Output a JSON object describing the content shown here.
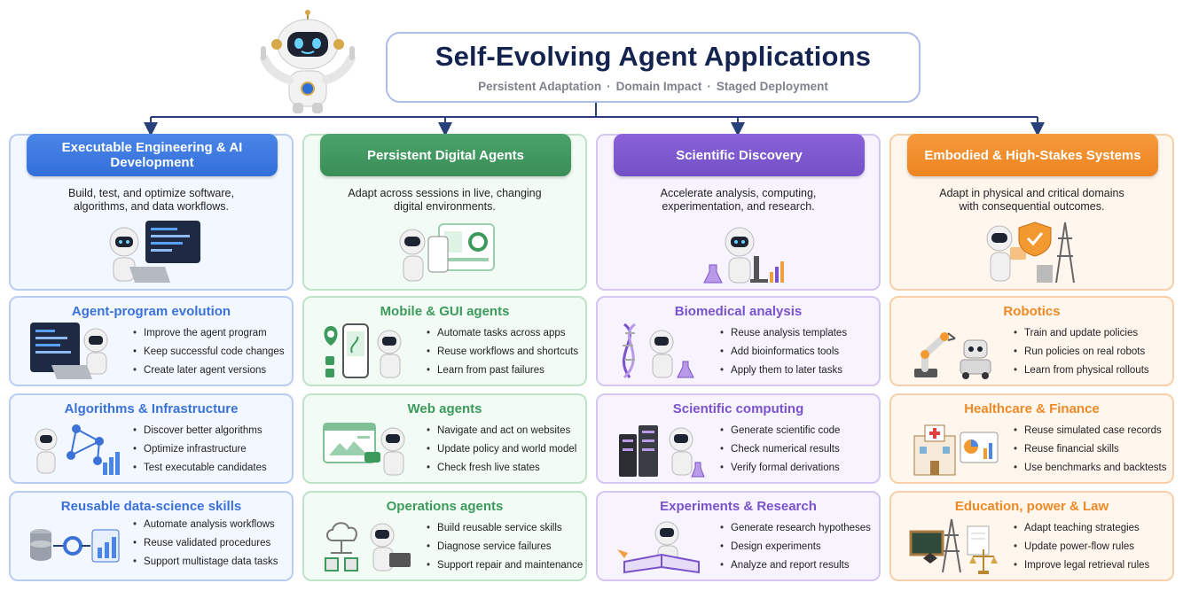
{
  "title": "Self-Evolving Agent Applications",
  "subtitle": [
    "Persistent Adaptation",
    "Domain Impact",
    "Staged Deployment"
  ],
  "subtitle_separator": "·",
  "colors": {
    "title": "#14244f",
    "engineering": "#3a72d8",
    "digital": "#3b9a5c",
    "science": "#7a52cc",
    "embodied": "#ee8a25"
  },
  "columns": [
    {
      "key": "engineering",
      "banner": "Executable Engineering & AI Development",
      "desc": "Build, test, and optimize software, algorithms, and data workflows.",
      "icon": "robot-laptop-code-icon",
      "cards": [
        {
          "title": "Agent-program evolution",
          "icon": "code-window-robot-icon",
          "items": [
            "Improve the agent program",
            "Keep successful code changes",
            "Create later agent versions"
          ]
        },
        {
          "title": "Algorithms & Infrastructure",
          "icon": "network-graph-icon",
          "items": [
            "Discover better algorithms",
            "Optimize infrastructure",
            "Test executable candidates"
          ]
        },
        {
          "title": "Reusable data-science skills",
          "icon": "database-pipeline-icon",
          "items": [
            "Automate analysis workflows",
            "Reuse validated procedures",
            "Support multistage data tasks"
          ]
        }
      ]
    },
    {
      "key": "digital",
      "banner": "Persistent Digital Agents",
      "desc": "Adapt across sessions in live, changing digital environments.",
      "icon": "robot-dashboard-icon",
      "cards": [
        {
          "title": "Mobile & GUI agents",
          "icon": "phone-map-icon",
          "items": [
            "Automate tasks across apps",
            "Reuse workflows and shortcuts",
            "Learn from past failures"
          ]
        },
        {
          "title": "Web agents",
          "icon": "browser-window-icon",
          "items": [
            "Navigate and act on websites",
            "Update policy and world model",
            "Check fresh live states"
          ]
        },
        {
          "title": "Operations agents",
          "icon": "cloud-server-icon",
          "items": [
            "Build reusable service skills",
            "Diagnose service failures",
            "Support repair and maintenance"
          ]
        }
      ]
    },
    {
      "key": "science",
      "banner": "Scientific Discovery",
      "desc": "Accelerate analysis, computing, experimentation, and research.",
      "icon": "robot-microscope-icon",
      "cards": [
        {
          "title": "Biomedical analysis",
          "icon": "dna-icon",
          "items": [
            "Reuse analysis templates",
            "Add bioinformatics tools",
            "Apply them to later tasks"
          ]
        },
        {
          "title": "Scientific computing",
          "icon": "server-rack-icon",
          "items": [
            "Generate scientific code",
            "Check numerical results",
            "Verify formal derivations"
          ]
        },
        {
          "title": "Experiments & Research",
          "icon": "open-book-icon",
          "items": [
            "Generate research hypotheses",
            "Design experiments",
            "Analyze and report results"
          ]
        }
      ]
    },
    {
      "key": "embodied",
      "banner": "Embodied & High-Stakes Systems",
      "desc": "Adapt in physical and critical domains with consequential outcomes.",
      "icon": "robot-shield-pylon-icon",
      "cards": [
        {
          "title": "Robotics",
          "icon": "robot-arm-icon",
          "items": [
            "Train and update policies",
            "Run policies on real robots",
            "Learn from physical rollouts"
          ]
        },
        {
          "title": "Healthcare & Finance",
          "icon": "hospital-chart-icon",
          "items": [
            "Reuse simulated case records",
            "Reuse financial skills",
            "Use benchmarks and backtests"
          ]
        },
        {
          "title": "Education, power & Law",
          "icon": "chalkboard-scales-icon",
          "items": [
            "Adapt teaching strategies",
            "Update power-flow rules",
            "Improve legal retrieval rules"
          ]
        }
      ]
    }
  ]
}
